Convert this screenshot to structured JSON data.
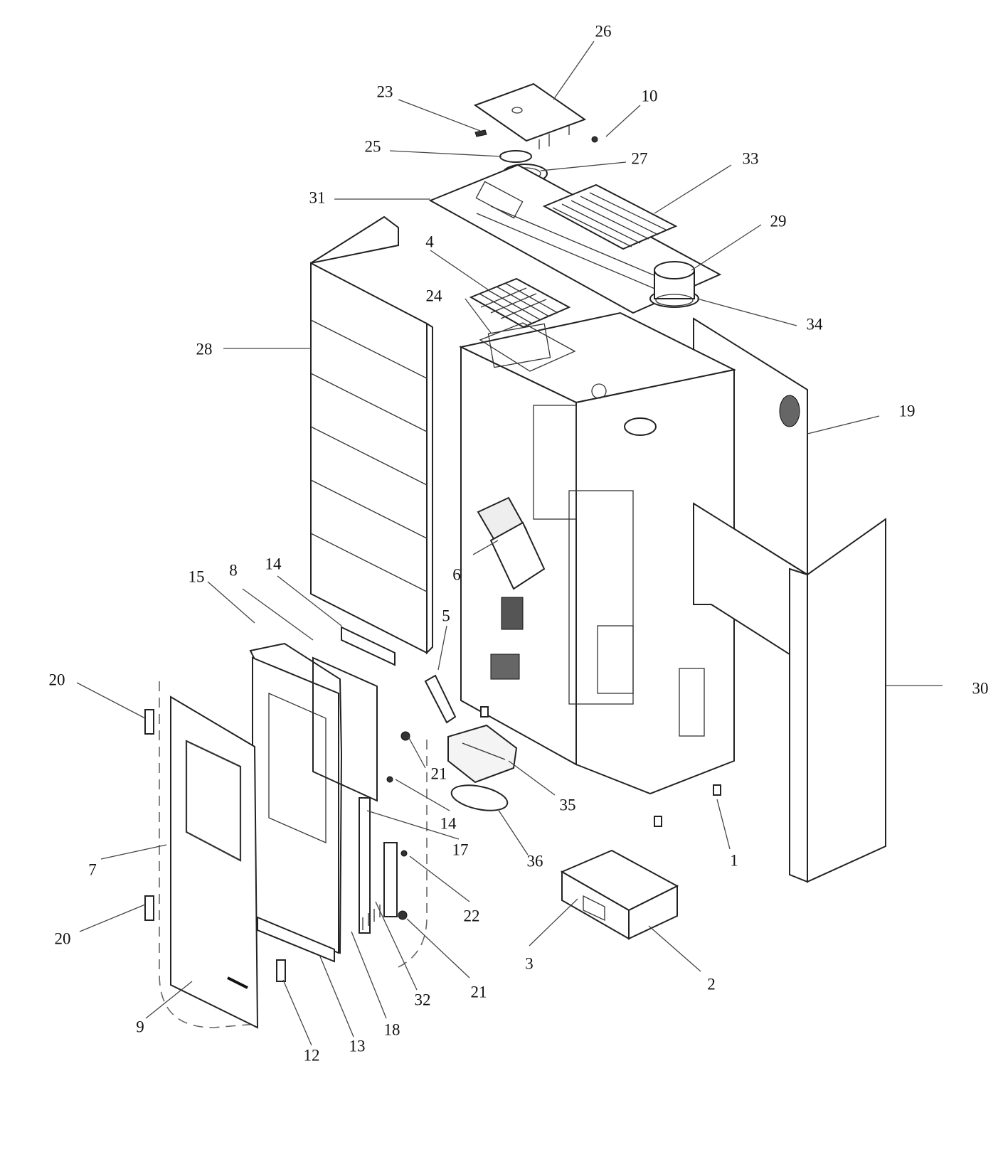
{
  "callouts": {
    "c1": "1",
    "c2": "2",
    "c3": "3",
    "c4": "4",
    "c5": "5",
    "c6": "6",
    "c7": "7",
    "c8": "8",
    "c9": "9",
    "c10": "10",
    "c12": "12",
    "c13": "13",
    "c14a": "14",
    "c14b": "14",
    "c15": "15",
    "c17": "17",
    "c18": "18",
    "c19": "19",
    "c20a": "20",
    "c20b": "20",
    "c21a": "21",
    "c21b": "21",
    "c22": "22",
    "c23": "23",
    "c24": "24",
    "c25": "25",
    "c26": "26",
    "c27": "27",
    "c28": "28",
    "c29": "29",
    "c30": "30",
    "c31": "31",
    "c32": "32",
    "c33": "33",
    "c34": "34",
    "c35": "35",
    "c36": "36"
  }
}
